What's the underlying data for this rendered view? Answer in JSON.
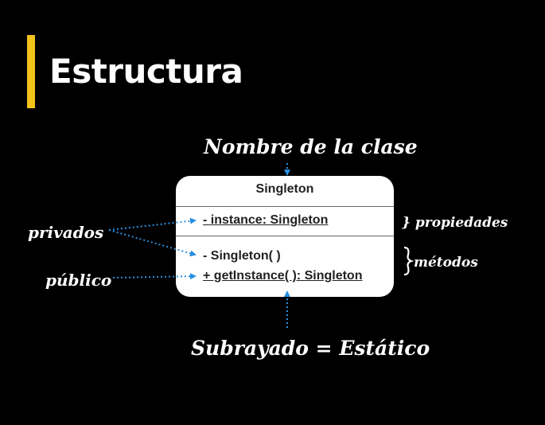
{
  "slide": {
    "title": "Estructura",
    "accent_color": "#f2c318",
    "arrow_color": "#2a8fe0"
  },
  "uml": {
    "class_name": "Singleton",
    "attributes": [
      "- instance: Singleton"
    ],
    "methods": [
      "- Singleton( )",
      "+ getInstance( ): Singleton"
    ]
  },
  "annotations": {
    "class_name_label": "Nombre de la clase",
    "private_label": "privados",
    "public_label": "público",
    "properties_label": "} propiedades",
    "methods_label": "métodos",
    "static_label": "Subrayado = Estático"
  }
}
